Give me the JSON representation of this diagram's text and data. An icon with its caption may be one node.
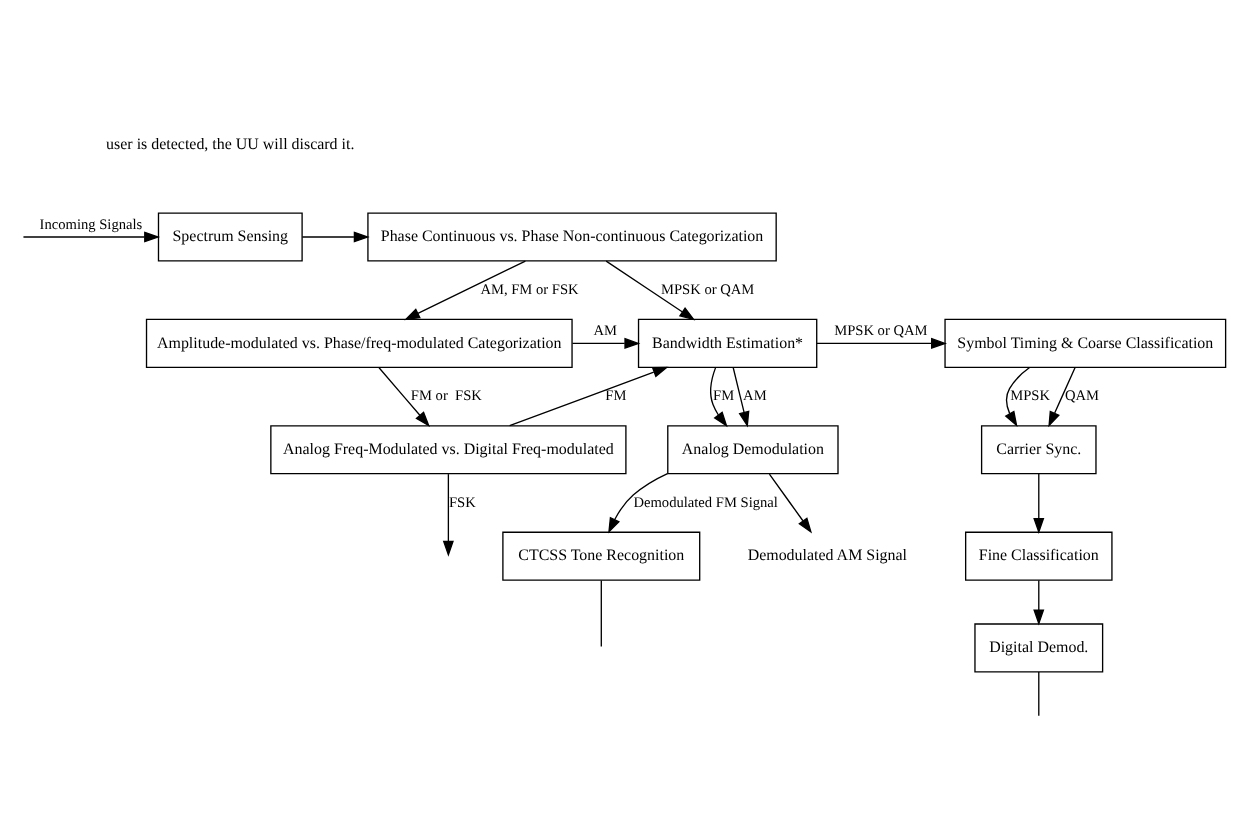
{
  "diagram": {
    "nodes": [
      {
        "text": [
          "Spectrum Sensing"
        ]
      },
      {
        "text": [
          "Phase Continuous vs. Phase Non-continuous Categorization"
        ]
      },
      {
        "text": [
          "Amplitude-modulated vs. Phase/freq-modulated Categorization"
        ]
      },
      {
        "text": [
          "Bandwidth Estimation*"
        ]
      },
      {
        "text": [
          "Symbol Timing & Coarse Classification"
        ]
      },
      {
        "text": [
          "Analog Freq-Modulated vs. Digital Freq-modulated"
        ]
      },
      {
        "text": [
          "Analog Demodulation"
        ]
      },
      {
        "text": [
          "Carrier Sync."
        ]
      },
      {
        "text": [
          "Fine Classification"
        ]
      },
      {
        "text": [
          "CTCSS Tone Recognition"
        ]
      },
      {
        "text": [
          "Digital Demod."
        ]
      },
      {
        "text": [
          "Demodulated AM Signal"
        ]
      }
    ],
    "edges": [
      {
        "from": null,
        "to": 0,
        "arrow": "to",
        "label": "Incoming Signals"
      },
      {
        "from": 0,
        "to": 1,
        "arrow": "to"
      },
      {
        "from": 1,
        "to": 2,
        "arrow": "to",
        "label": "AM, FM or FSK"
      },
      {
        "from": 1,
        "to": 3,
        "arrow": "to",
        "label": "MPSK or QAM"
      },
      {
        "from": 2,
        "to": 3,
        "arrow": "to",
        "label": "AM"
      },
      {
        "from": 3,
        "to": 4,
        "arrow": "to",
        "label": "MPSK or QAM"
      },
      {
        "from": 2,
        "to": 5,
        "arrow": "to",
        "label": "FM or  FSK"
      },
      {
        "from": 5,
        "to": 3,
        "arrow": "to",
        "label": "FM"
      },
      {
        "from": 3,
        "to": 6,
        "arrow": "to",
        "label": "FM"
      },
      {
        "from": 3,
        "to": 6,
        "arrow": "to",
        "label": "AM"
      },
      {
        "from": 4,
        "to": 7,
        "arrow": "to",
        "label": "MPSK"
      },
      {
        "from": 4,
        "to": 7,
        "arrow": "to",
        "label": "QAM"
      },
      {
        "from": 5,
        "to": null,
        "arrow": "to",
        "label": "FSK"
      },
      {
        "from": 6,
        "to": 11,
        "arrow": "to"
      },
      {
        "from": 6,
        "to": 9,
        "arrow": "to",
        "label": "Demodulated FM Signal"
      },
      {
        "from": 7,
        "to": 8,
        "arrow": "to"
      },
      {
        "from": 8,
        "to": 10,
        "arrow": "to"
      },
      {
        "from": 9,
        "to": null,
        "arrow": "none"
      },
      {
        "from": 10,
        "to": null,
        "arrow": "none"
      }
    ],
    "labels": [
      "user is detected, the UU will discard it."
    ]
  }
}
